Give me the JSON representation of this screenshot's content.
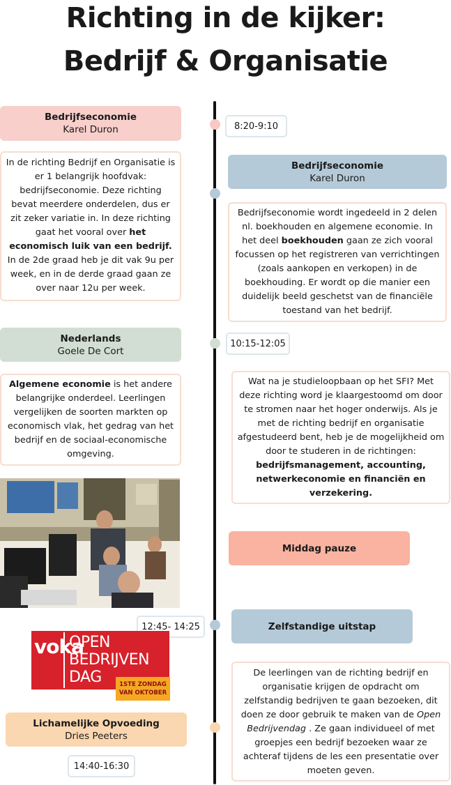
{
  "title": {
    "line1": "Richting in de kijker:",
    "line2": "Bedrijf & Organisatie"
  },
  "blocks": {
    "bedrijfseco_left": {
      "subject": "Bedrijfseconomie",
      "teacher": "Karel Duron"
    },
    "bedrijfseco_right": {
      "subject": "Bedrijfseconomie",
      "teacher": "Karel Duron"
    },
    "nederlands": {
      "subject": "Nederlands",
      "teacher": "Goele De Cort"
    },
    "middag": {
      "label": "Middag pauze"
    },
    "uitstap": {
      "label": "Zelfstandige uitstap"
    },
    "lo": {
      "subject": "Lichamelijke Opvoeding",
      "teacher": "Dries  Peeters"
    }
  },
  "times": {
    "t1": "8:20-9:10",
    "t2": "10:15-12:05",
    "t3": "12:45- 14:25",
    "t4": "14:40-16:30"
  },
  "texts": {
    "intro": {
      "a": "In de richting Bedrijf en Organisatie is er 1 belangrijk hoofdvak: bedrijfseconomie. Deze richting bevat meerdere onderdelen, dus er zit zeker variatie in. In deze richting gaat het vooral over ",
      "b": "het economisch luik van een bedrijf.",
      "c": " In de 2de graad heb je dit vak 9u per week, en in de derde graad gaan ze over naar 12u per week."
    },
    "boekhouden": {
      "a": "Bedrijfseconomie wordt ingedeeld in 2 delen nl. boekhouden en algemene economie. In het deel ",
      "b": "boekhouden",
      "c": " gaan ze zich vooral focussen op het registreren van verrichtingen (zoals aankopen en verkopen) in de boekhouding. Er wordt op die manier een duidelijk beeld geschetst van de financiële toestand van het bedrijf."
    },
    "algemeen": {
      "a": "Algemene economie",
      "b": " is het andere belangrijke onderdeel. Leerlingen vergelijken de soorten markten op economisch vlak, het gedrag van het bedrijf en de sociaal-economische omgeving."
    },
    "studie": {
      "a": "Wat na je studieloopbaan op het SFI? Met deze richting word je klaargestoomd om door te stromen naar het hoger onderwijs. Als je met de richting bedrijf en organisatie afgestudeerd bent, heb je de mogelijkheid om door te studeren in de richtingen: ",
      "b": "bedrijfsmanagement, accounting, netwerkeconomie en financiën en verzekering."
    },
    "uitstap": {
      "a": "De leerlingen van de richting bedrijf en organisatie krijgen de opdracht om zelfstandig bedrijven te gaan bezoeken, dit doen ze door gebruik te maken van de ",
      "b": "Open Bedrijvendag",
      "c": " . Ze gaan individueel of met groepjes een bedrijf bezoeken waar ze achteraf tijdens de les een presentatie over moeten geven."
    }
  },
  "logo": {
    "brand": "voka",
    "line1": "OPEN",
    "line2": "BEDRIJVEN",
    "line3": "DAG",
    "badge1": "1STE ZONDAG",
    "badge2": "VAN OKTOBER"
  },
  "colors": {
    "pink": "#f8cfcb",
    "blue": "#b5cad8",
    "green": "#d2ded3",
    "salmon": "#f9b3a0",
    "peach": "#fad7b0",
    "logo_red": "#d7212b",
    "badge": "#f6a823"
  }
}
